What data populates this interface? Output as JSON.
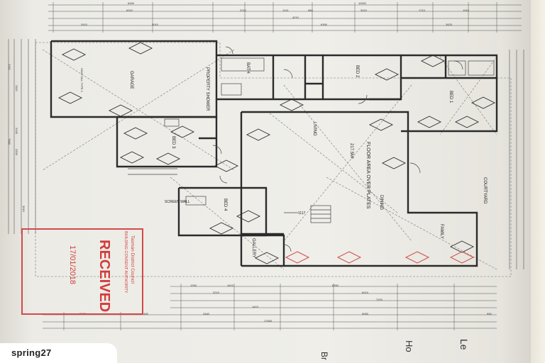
{
  "title": "Floor plan drawing photo",
  "rooms": {
    "garage": "GARAGE",
    "bath": "BATH",
    "prop_shower": "PROPERTY SHOWER",
    "bed1": "BED 1",
    "bed2": "BED 2",
    "bed3": "BED 3",
    "bed4": "BED 4",
    "living": "LIVING",
    "dining": "DINING",
    "family": "FAMILY",
    "gallery": "GALLERY",
    "courtyard": "COURTYARD",
    "floor_area": "FLOOR AREA OVER PLATES",
    "floor_area_value": "217.5M²"
  },
  "dimensions": {
    "top": [
      "6490",
      "11050",
      "6310",
      "2210",
      "1110",
      "980",
      "3010",
      "1710",
      "1910",
      "2610",
      "3010",
      "4210",
      "6350",
      "3425"
    ],
    "bottom": [
      "1250",
      "3210",
      "1610",
      "6350",
      "6010",
      "7370",
      "2440",
      "1410",
      "9050",
      "2600",
      "2460",
      "990",
      "17540"
    ],
    "left": [
      "2110",
      "3110",
      "2140",
      "2200",
      "7840",
      "3010"
    ]
  },
  "notes": {
    "window_spec": "HIGH SILL TYPE 1",
    "sorry_wall": "SCREEN WALL",
    "dim_1117": "1117"
  },
  "stamp": {
    "received": "RECEIVED",
    "council": "Tasman District Council",
    "authority": "BUILDING CONSENT AUTHORITY",
    "date": "17/01/2018"
  },
  "legend": {
    "heading": "Le",
    "sub": "Br",
    "sub2": "Ho"
  },
  "watermark": "spring27",
  "colors": {
    "stamp": "#d23b3b",
    "line": "#2b2b2b",
    "paper": "#efeee9"
  }
}
